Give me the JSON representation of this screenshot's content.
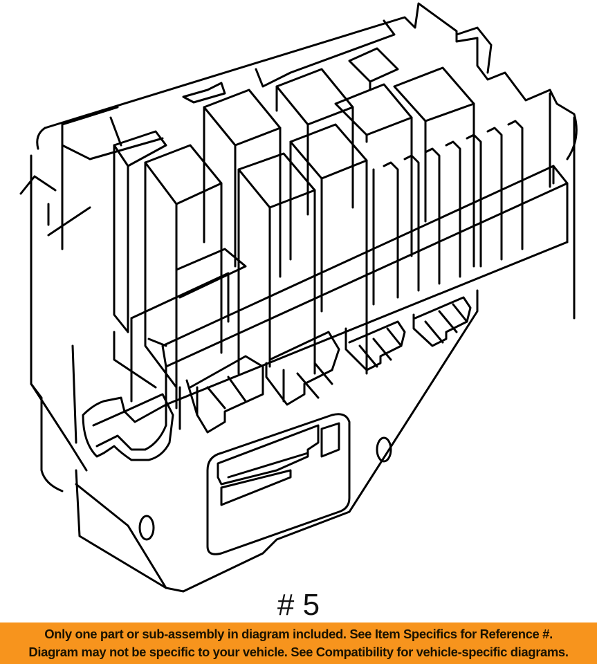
{
  "diagram": {
    "subject": "fuse-and-relay-box-line-drawing",
    "reference_label": "# 5",
    "line_color": "#000000",
    "background_color": "#ffffff"
  },
  "banner": {
    "line1": "Only one part or sub-assembly in diagram included. See Item Specifics for Reference #.",
    "line2": "Diagram may not be specific to your vehicle. See Compatibility for vehicle-specific diagrams.",
    "background_color": "#f7941d",
    "text_color": "#1a1200"
  }
}
